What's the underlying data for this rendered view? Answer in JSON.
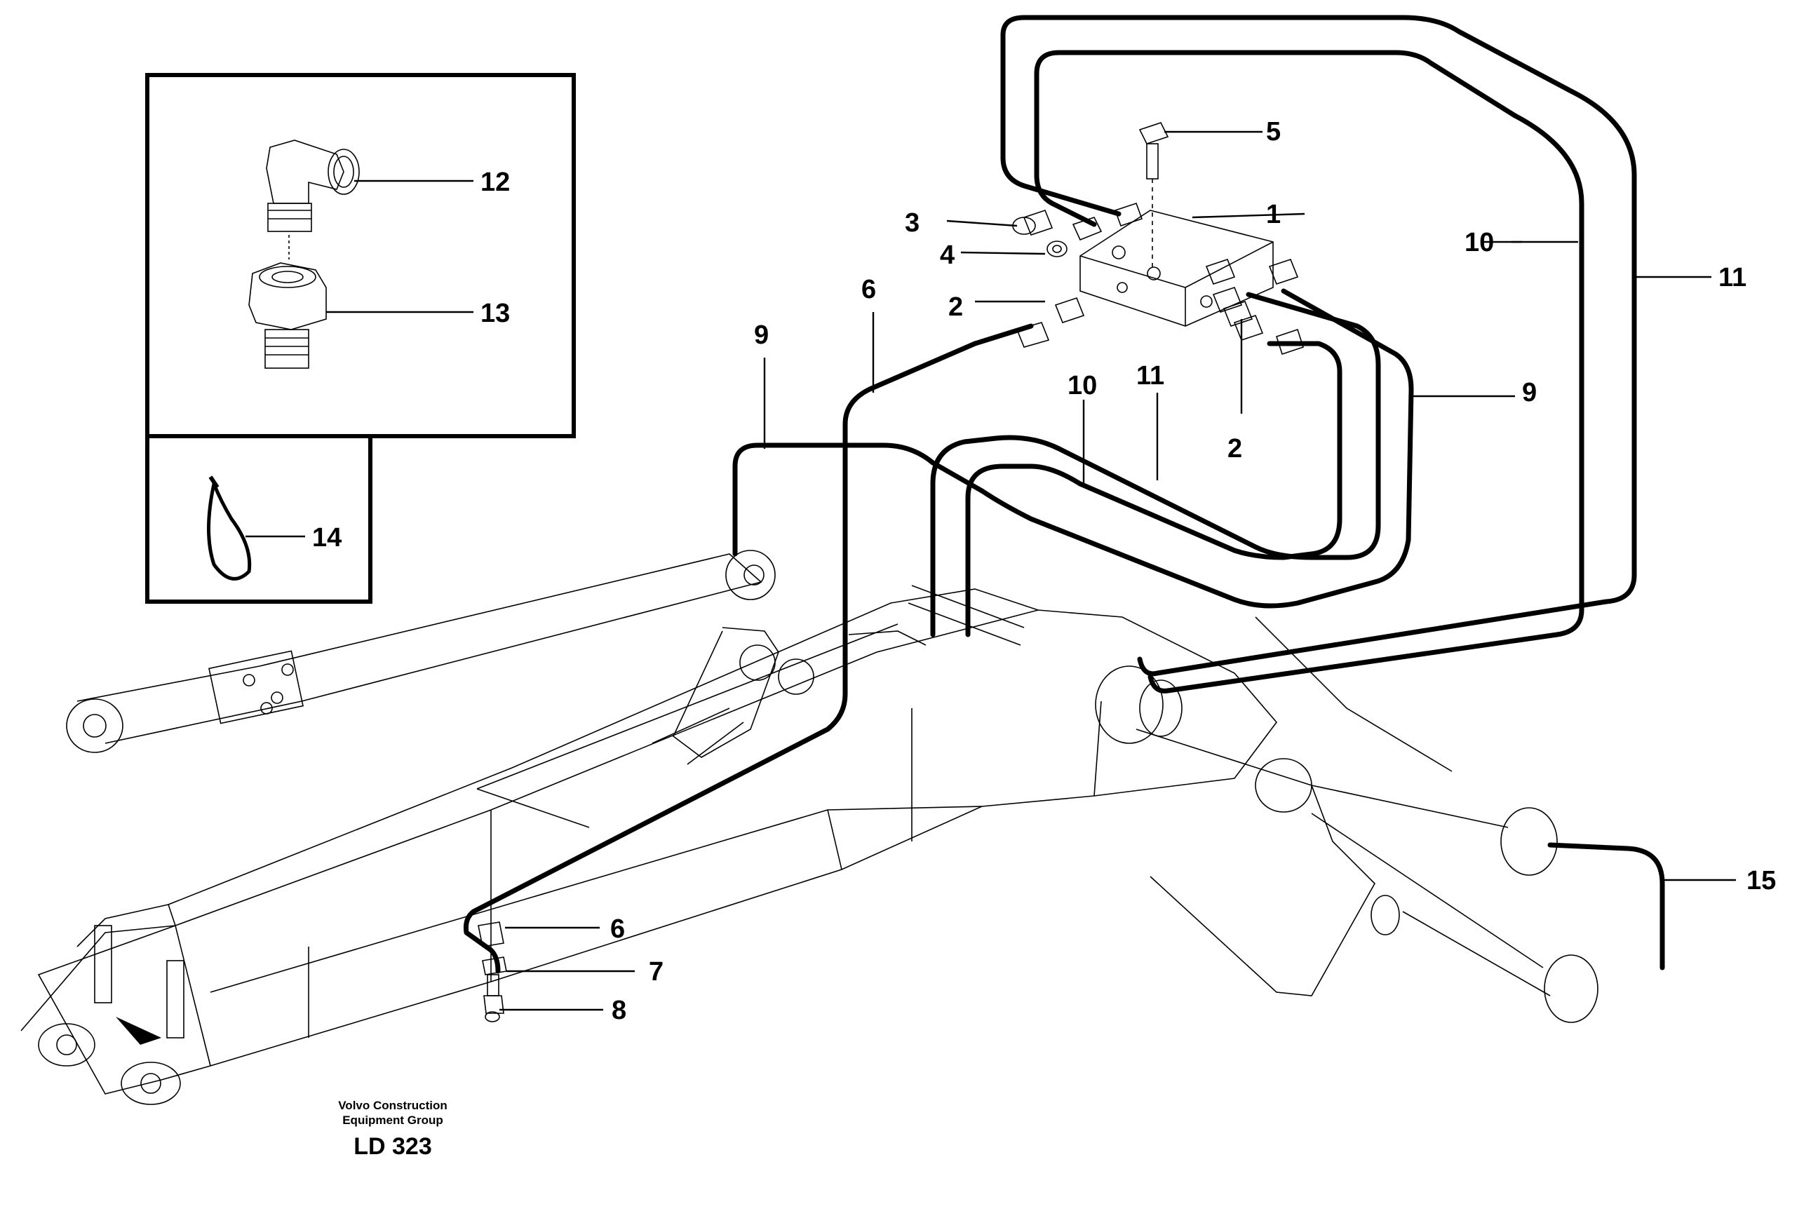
{
  "callouts": {
    "c1": "1",
    "c2a": "2",
    "c2b": "2",
    "c3": "3",
    "c4": "4",
    "c5": "5",
    "c6a": "6",
    "c6b": "6",
    "c7": "7",
    "c8": "8",
    "c9a": "9",
    "c9b": "9",
    "c10a": "10",
    "c10b": "10",
    "c11a": "11",
    "c11b": "11",
    "c12": "12",
    "c13": "13",
    "c14": "14",
    "c15": "15"
  },
  "caption": {
    "line1": "Volvo Construction",
    "line2": "Equipment Group",
    "code": "LD 323"
  }
}
